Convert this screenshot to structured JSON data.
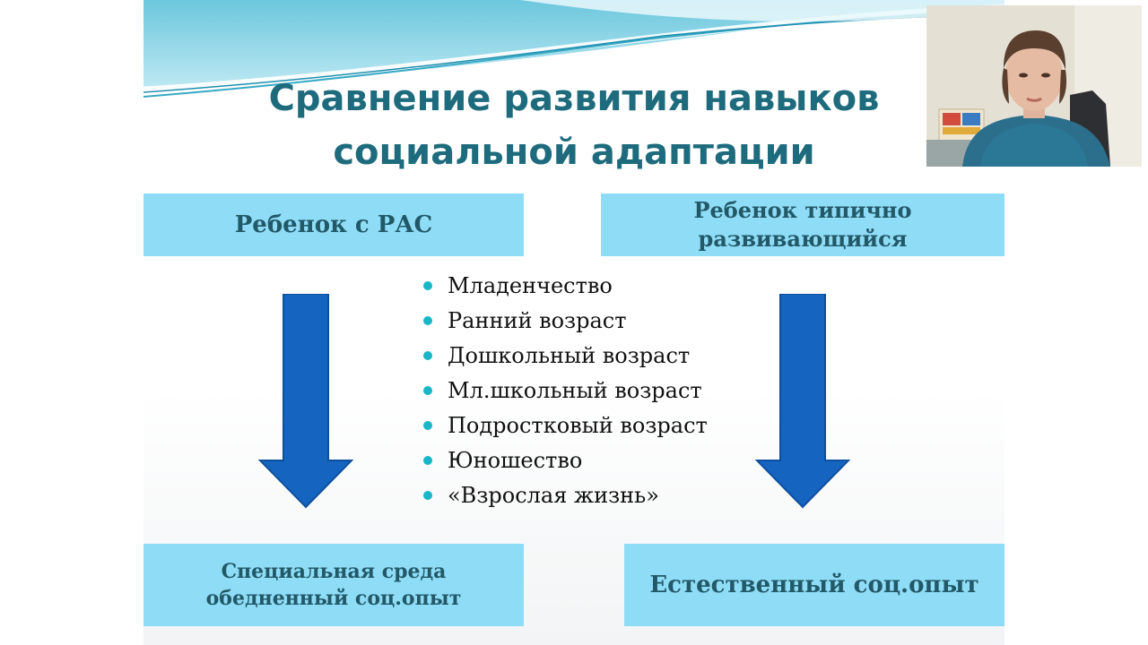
{
  "slide": {
    "title_line1": "Сравнение развития навыков",
    "title_line2": "социальной адаптации",
    "box_asd": "Ребенок с РАС",
    "box_typical_line1": "Ребенок типично",
    "box_typical_line2": "развивающийся",
    "box_special_line1": "Специальная среда",
    "box_special_line2": "обедненный соц.опыт",
    "box_natural": "Естественный соц.опыт",
    "stages": [
      "Младенчество",
      "Ранний возраст",
      "Дошкольный возраст",
      "Мл.школьный возраст",
      "Подростковый возраст",
      "Юношество",
      "«Взрослая жизнь»"
    ],
    "colors": {
      "title": "#1d6b7c",
      "box": "#8fdcf6",
      "box_text": "#215968",
      "arrow": "#1565c0",
      "bullet": "#19b6c7"
    }
  },
  "webcam": {
    "description_icon": "presenter-video-icon"
  }
}
